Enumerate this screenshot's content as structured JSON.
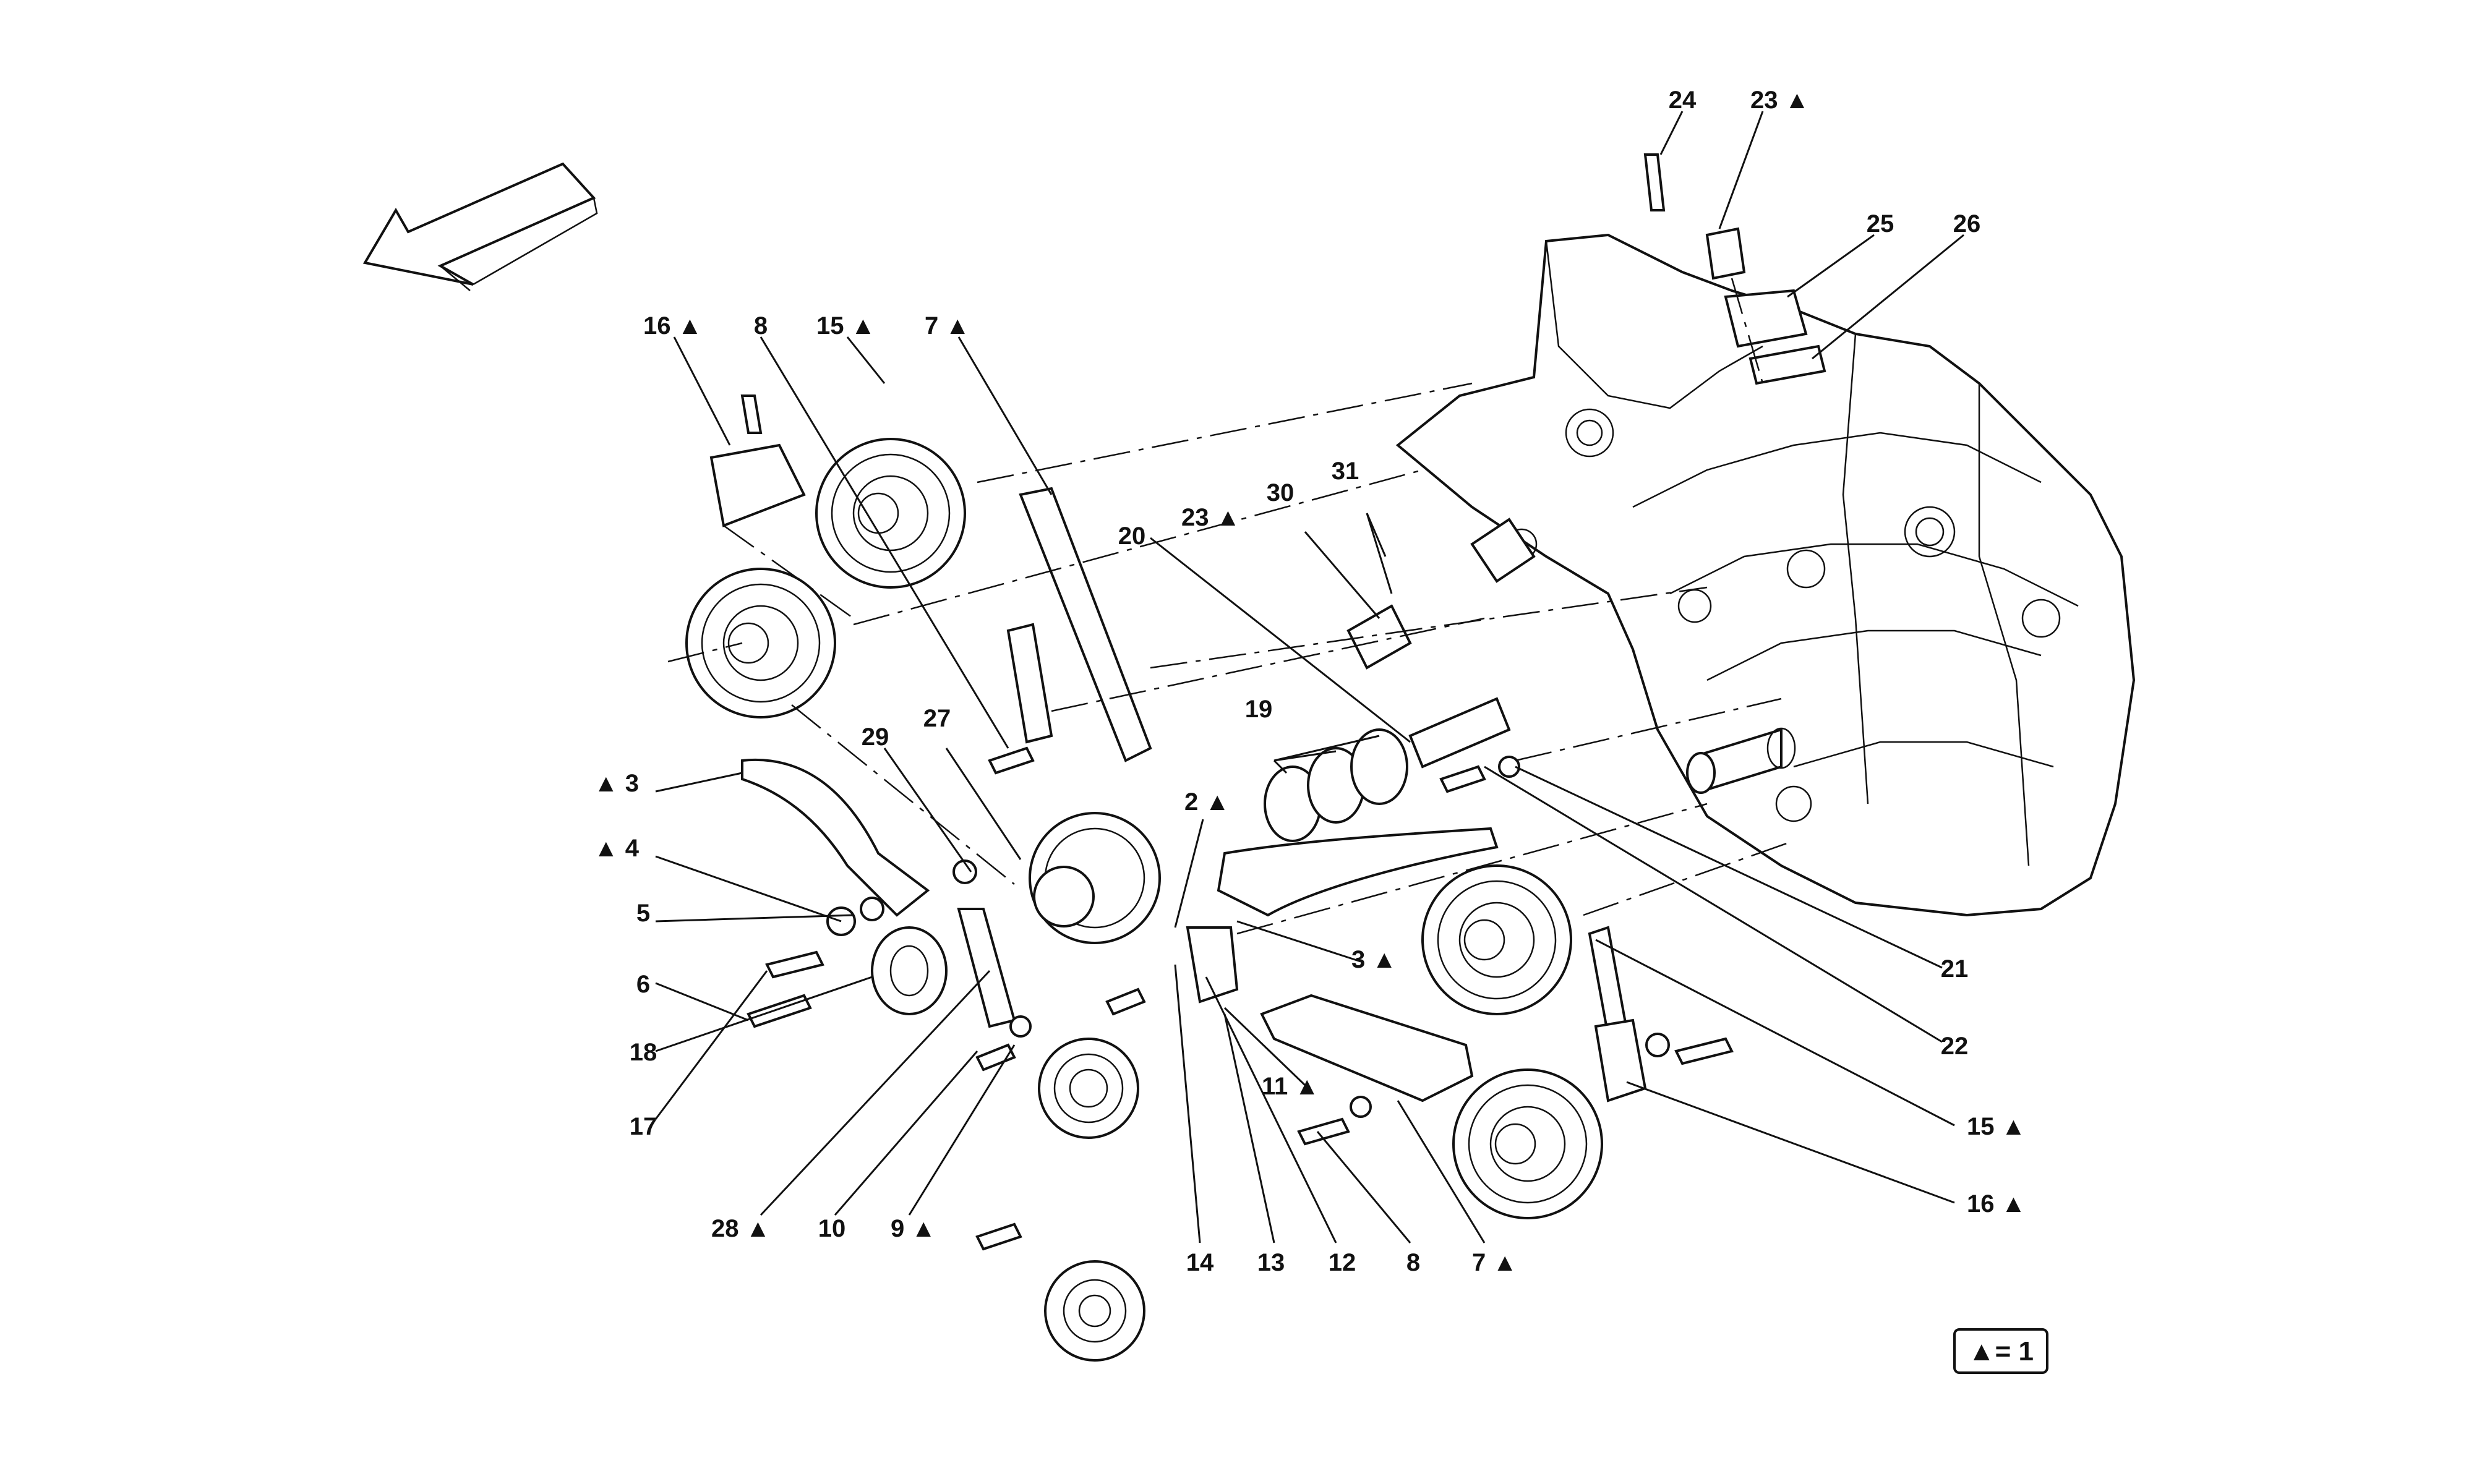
{
  "marker_symbol": "▲",
  "legend": {
    "symbol": "▲",
    "text": "= 1"
  },
  "callouts": [
    {
      "num": "24",
      "marked": false
    },
    {
      "num": "23",
      "marked": true
    },
    {
      "num": "25",
      "marked": false
    },
    {
      "num": "26",
      "marked": false
    },
    {
      "num": "16",
      "marked": true
    },
    {
      "num": "8",
      "marked": false
    },
    {
      "num": "15",
      "marked": true
    },
    {
      "num": "7",
      "marked": true
    },
    {
      "num": "23",
      "marked": true
    },
    {
      "num": "30",
      "marked": false
    },
    {
      "num": "31",
      "marked": false
    },
    {
      "num": "20",
      "marked": false
    },
    {
      "num": "19",
      "marked": false
    },
    {
      "num": "29",
      "marked": false
    },
    {
      "num": "27",
      "marked": false
    },
    {
      "num": "2",
      "marked": true
    },
    {
      "num": "3",
      "marked": true,
      "marker_first": true
    },
    {
      "num": "4",
      "marked": true,
      "marker_first": true
    },
    {
      "num": "5",
      "marked": false
    },
    {
      "num": "6",
      "marked": false
    },
    {
      "num": "18",
      "marked": false
    },
    {
      "num": "17",
      "marked": false
    },
    {
      "num": "3",
      "marked": true
    },
    {
      "num": "21",
      "marked": false
    },
    {
      "num": "22",
      "marked": false
    },
    {
      "num": "11",
      "marked": true
    },
    {
      "num": "15",
      "marked": true
    },
    {
      "num": "16",
      "marked": true
    },
    {
      "num": "28",
      "marked": true
    },
    {
      "num": "10",
      "marked": false
    },
    {
      "num": "9",
      "marked": true
    },
    {
      "num": "14",
      "marked": false
    },
    {
      "num": "13",
      "marked": false
    },
    {
      "num": "12",
      "marked": false
    },
    {
      "num": "8",
      "marked": false
    },
    {
      "num": "7",
      "marked": true
    }
  ]
}
